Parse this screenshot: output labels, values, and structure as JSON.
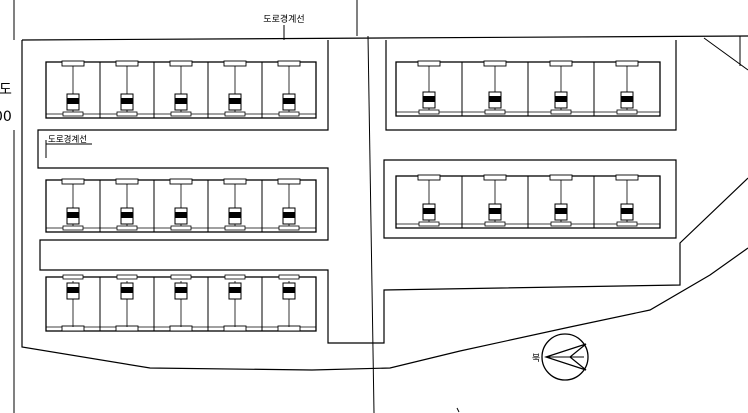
{
  "labels": {
    "road_boundary_top": "도로경계선",
    "road_boundary_left": "도로경계선",
    "edge_char": "도",
    "edge_digits": "00",
    "north_mark": "북"
  },
  "blocks": [
    {
      "name": "block-left-1",
      "units": 5
    },
    {
      "name": "block-left-2",
      "units": 5
    },
    {
      "name": "block-left-3",
      "units": 5
    },
    {
      "name": "block-right-1",
      "units": 4
    },
    {
      "name": "block-right-2",
      "units": 4
    }
  ],
  "colors": {
    "line": "#000000",
    "background": "#ffffff"
  }
}
